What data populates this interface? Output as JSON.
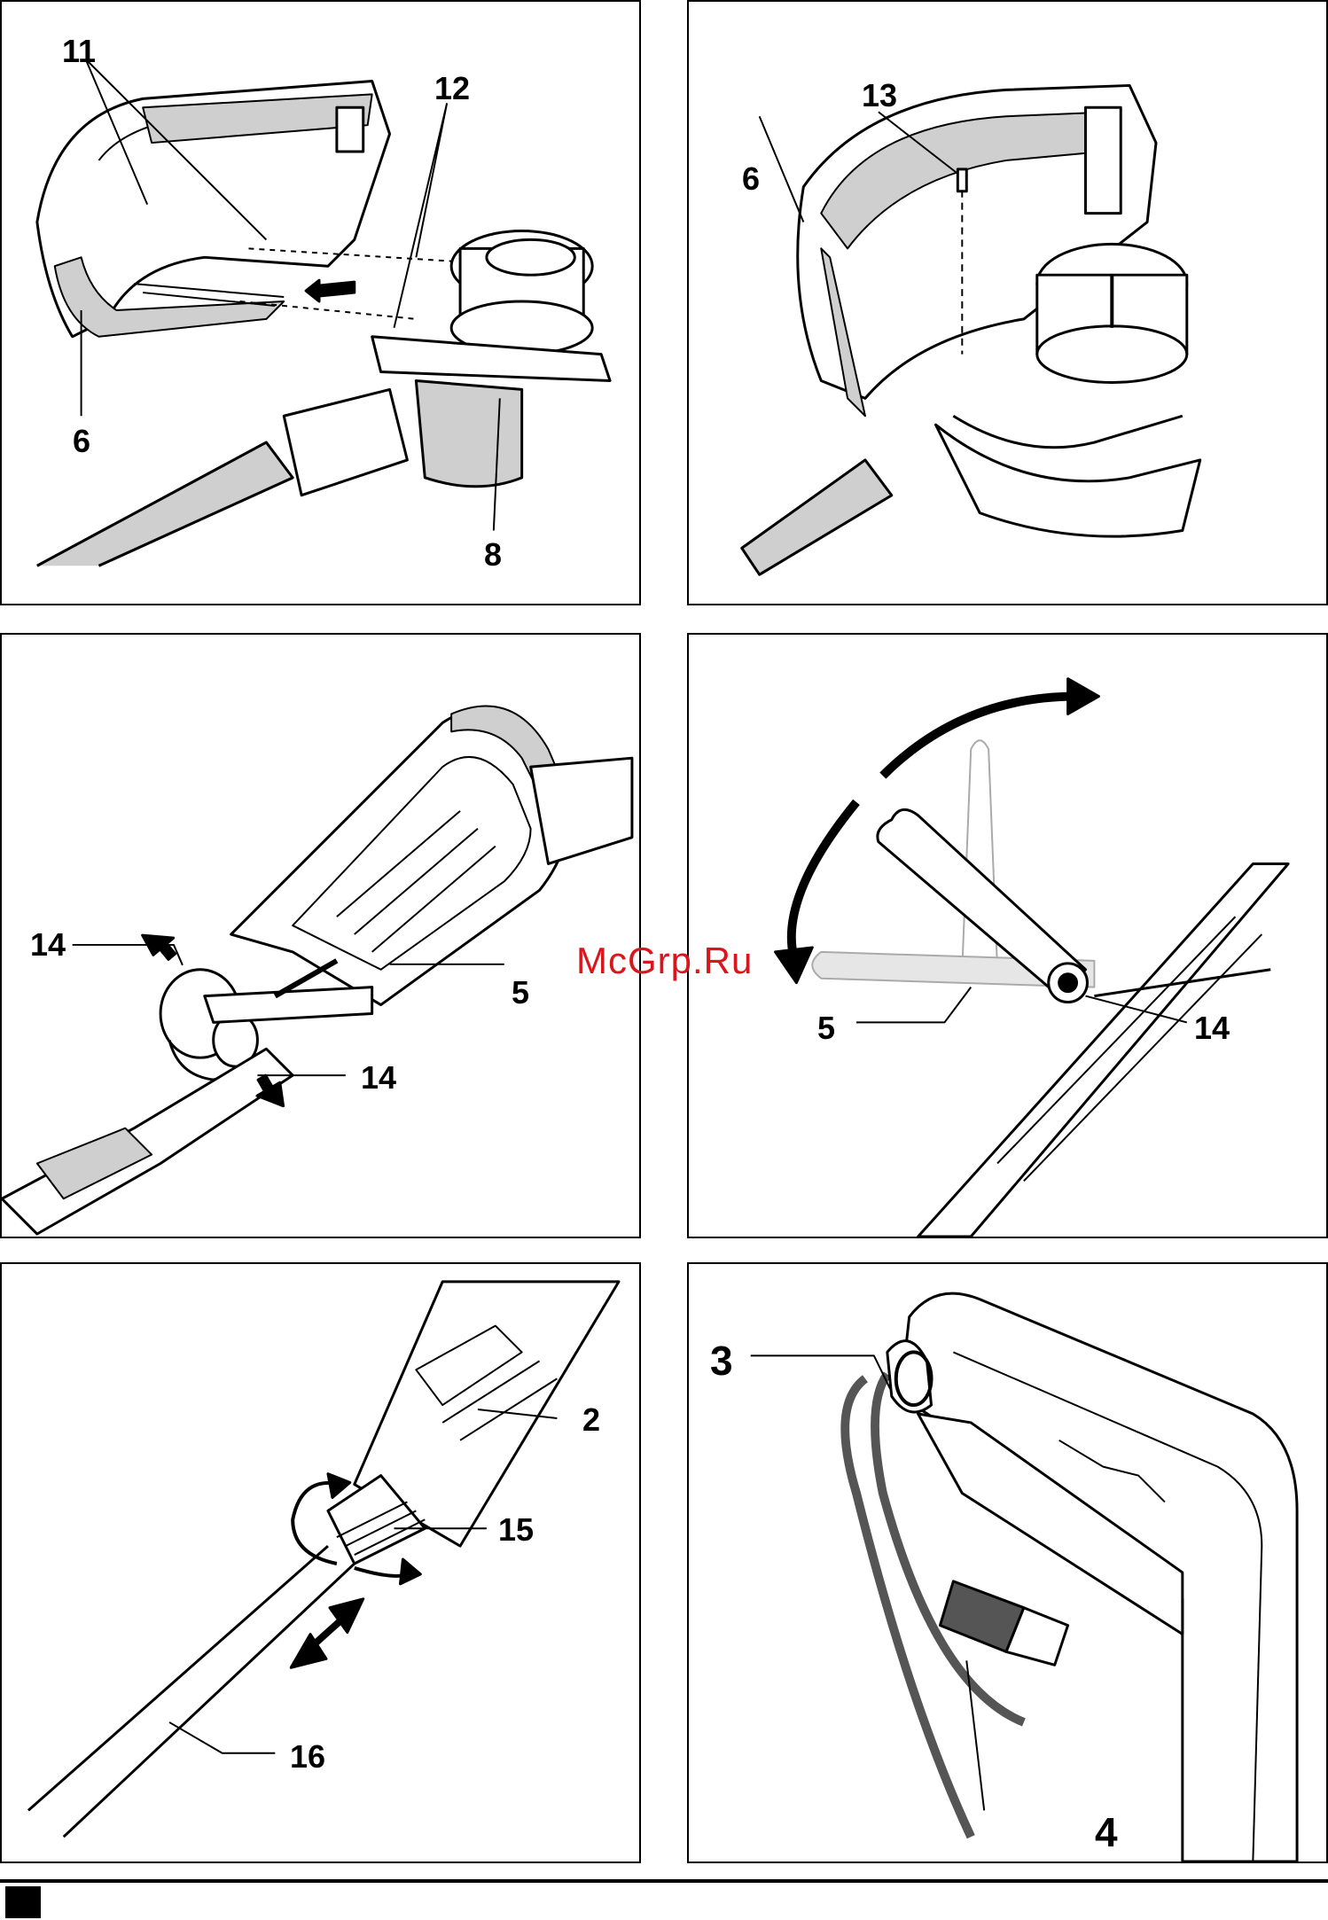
{
  "watermark": "McGrp.Ru",
  "panels": [
    {
      "id": "A",
      "callouts": [
        "11",
        "12",
        "6",
        "8"
      ]
    },
    {
      "id": "B",
      "callouts": [
        "13",
        "6"
      ]
    },
    {
      "id": "C",
      "callouts": [
        "14",
        "5",
        "14"
      ]
    },
    {
      "id": "D",
      "callouts": [
        "5",
        "14"
      ]
    },
    {
      "id": "E",
      "callouts": [
        "2",
        "15",
        "16"
      ]
    },
    {
      "id": "F",
      "callouts": [
        "3",
        "4"
      ]
    }
  ],
  "colors": {
    "line": "#000000",
    "shade": "#cfcfcf",
    "watermark": "#d9161c"
  }
}
